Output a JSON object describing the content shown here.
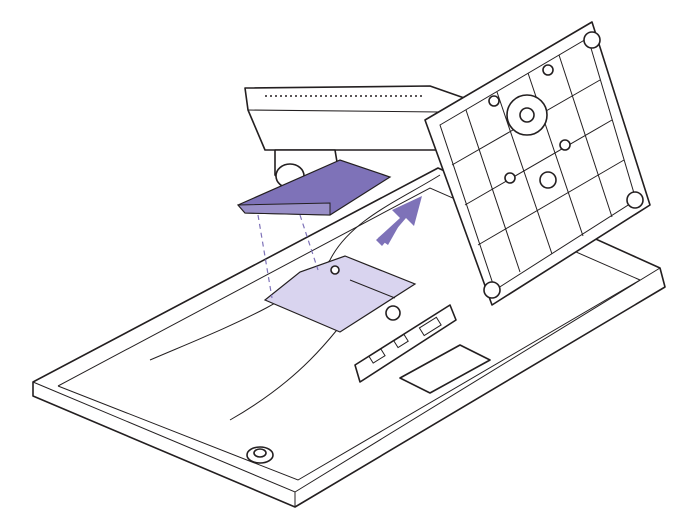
{
  "colors": {
    "line": "#231f20",
    "accent_purple": "#7e72b8",
    "highlight_lavender": "#d9d4ef",
    "background": "#ffffff"
  },
  "icons": [
    "monitor-panel",
    "stand-arm",
    "stand-base-plate",
    "insertion-arrow",
    "mount-area",
    "vesa-plate",
    "power-button"
  ]
}
